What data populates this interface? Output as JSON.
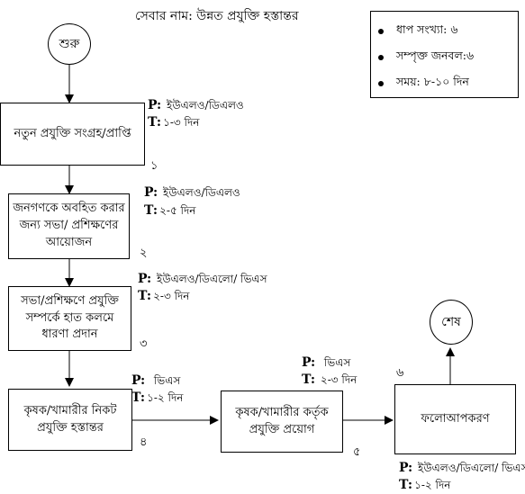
{
  "title": "সেবার নাম: উন্নত প্রযুক্তি হস্তান্তর",
  "info": [
    "ধাপ সংখ্যা: ৬",
    "সম্পৃক্ত জনবল:৬",
    "সময়: ৮-১০ দিন"
  ],
  "start_label": "শুরু",
  "end_label": "শেষ",
  "steps": [
    {
      "text": "নতুন প্রযুক্তি সংগ্রহ/প্রাপ্তি",
      "number": "১",
      "p": "ইউএলও/ডিএলও",
      "t": "১-৩ দিন"
    },
    {
      "text": "জনগণকে অবহিত করার জন্য সভা/ প্রশিক্ষণের আয়োজন",
      "number": "২",
      "p": "ইউএলও/ডিএলও",
      "t": "২-৫ দিন"
    },
    {
      "text": "সভা/প্রশিক্ষণে প্রযুক্তি সম্পর্কে হাত কলমে ধারণা প্রদান",
      "number": "৩",
      "p": "ইউএলও/ডিএলো/ ভিএস",
      "t": "২-৩ দিন"
    },
    {
      "text": "কৃষক/খামারীর নিকট প্রযুক্তি হস্তান্তর",
      "number": "৪",
      "p": "ভিএস",
      "t": "১-২ দিন"
    },
    {
      "text": "কৃষক/খামারীর কর্তৃক প্রযুক্তি প্রয়োগ",
      "number": "৫",
      "p": "ভিএস",
      "t": "২-৩ দিন"
    },
    {
      "text": "ফলোআপকরণ",
      "number": "৬",
      "p": "ইউএলও/ডিএলো/ ভিএস",
      "t": "১-২ দিন"
    }
  ],
  "p_prefix": "P:",
  "t_prefix": "T:"
}
